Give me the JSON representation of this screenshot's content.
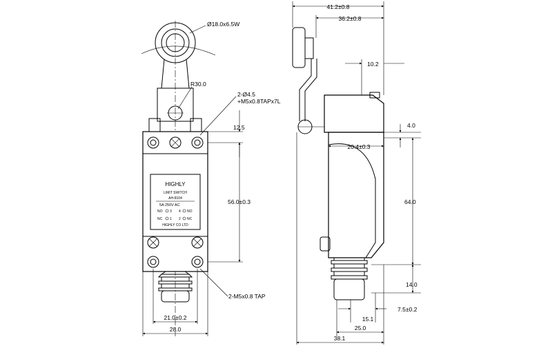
{
  "front_view": {
    "roller_dim": "Ø18.0x6.5W",
    "radius_dim": "R30.0",
    "hole_note_line1": "2-Ø4.5",
    "hole_note_line2": "+M5x0.8TAPx7L",
    "dim_top_offset": "12.5",
    "dim_hole_spacing_v": "56.0±0.3",
    "tap_note": "2-M5x0.8 TAP",
    "dim_hole_spacing_h": "21.0±0.2",
    "dim_width": "28.0",
    "label": {
      "brand": "HIGHLY",
      "type": "LIMIT SWITCH",
      "model": "AH-8104",
      "rating": "5A 250V AC",
      "no_left": "NO",
      "no_left_num": "3",
      "no_right_num": "4",
      "no_right": "NO",
      "nc_left": "NC",
      "nc_left_num": "1",
      "nc_right_num": "2",
      "nc_right": "NC",
      "maker": "HIGHLY CO LTD"
    }
  },
  "side_view": {
    "dim_overall_top": "41.2±0.8",
    "dim_second_top": "36.2±0.8",
    "dim_lever_offset": "10.2",
    "dim_4": "4.0",
    "dim_mid_width": "20.4±0.3",
    "dim_height": "64.0",
    "dim_14": "14.0",
    "dim_15": "15.1",
    "dim_7_5": "7.5±0.2",
    "dim_25": "25.0",
    "dim_overall_bottom": "38.1"
  }
}
